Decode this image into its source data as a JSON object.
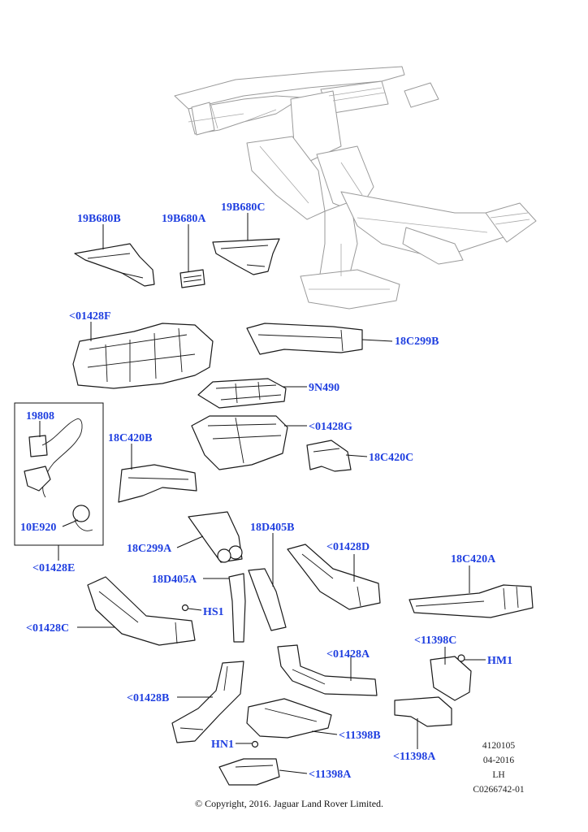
{
  "colors": {
    "callout": "#1f3fe0",
    "line": "#111111",
    "ghost": "#9a9a9a"
  },
  "callouts": {
    "p19B680B": "19B680B",
    "p19B680A": "19B680A",
    "p19B680C": "19B680C",
    "p01428F": "<01428F",
    "p18C299B": "18C299B",
    "p9N490": "9N490",
    "p01428G": "<01428G",
    "p18C420C": "18C420C",
    "p19808": "19808",
    "p10E920": "10E920",
    "p01428E": "<01428E",
    "p18C420B": "18C420B",
    "p18C299A": "18C299A",
    "p18D405B": "18D405B",
    "p01428D": "<01428D",
    "p18C420A": "18C420A",
    "p18D405A": "18D405A",
    "pHS1": "HS1",
    "p01428C": "<01428C",
    "p11398C": "<11398C",
    "pHM1": "HM1",
    "p01428A": "<01428A",
    "p01428B": "<01428B",
    "p11398B": "<11398B",
    "pHN1": "HN1",
    "p11398A": "<11398A"
  },
  "info": {
    "illustration_no": "4120105",
    "date": "04-2016",
    "side": "LH",
    "catalogue_no": "C0266742-01"
  },
  "copyright": "© Copyright, 2016. Jaguar Land Rover Limited."
}
